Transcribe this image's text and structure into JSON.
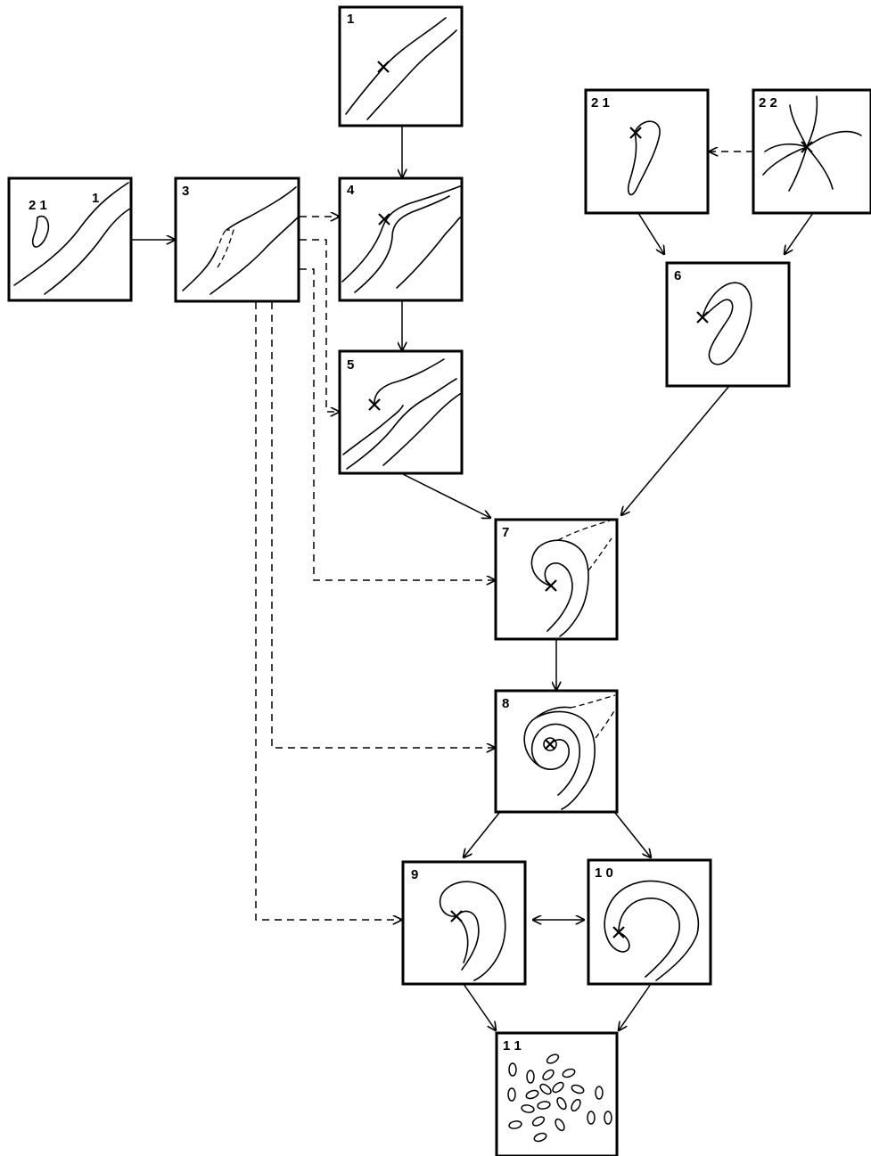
{
  "panels": {
    "p1_top": {
      "label": "1"
    },
    "p1_left": {
      "label": "1",
      "label_inner": "2 1"
    },
    "p3": {
      "label": "3"
    },
    "p4": {
      "label": "4"
    },
    "p5": {
      "label": "5"
    },
    "p21": {
      "label": "2 1"
    },
    "p22": {
      "label": "2 2"
    },
    "p6": {
      "label": "6"
    },
    "p7": {
      "label": "7"
    },
    "p8": {
      "label": "8"
    },
    "p9": {
      "label": "9"
    },
    "p10": {
      "label": "1 0"
    },
    "p11": {
      "label": "1 1"
    }
  },
  "colors": {
    "ink": "#000000",
    "background": "#ffffff"
  }
}
